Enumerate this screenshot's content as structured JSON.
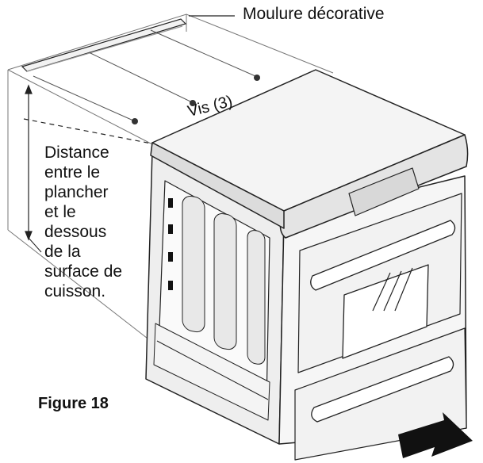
{
  "labels": {
    "molding": "Moulure décorative",
    "screws": "Vis (3)",
    "distance_lines": [
      "Distance",
      "entre le",
      "plancher",
      "et le",
      "dessous",
      "de la",
      "surface de",
      "cuisson."
    ],
    "figure": "Figure 18"
  },
  "colors": {
    "line": "#222222",
    "light_line": "#777777",
    "panel": "#f2f2f2",
    "shadow": "#d6d6d6",
    "dark": "#111111"
  },
  "icons": [
    "pull-out-arrow-icon"
  ]
}
